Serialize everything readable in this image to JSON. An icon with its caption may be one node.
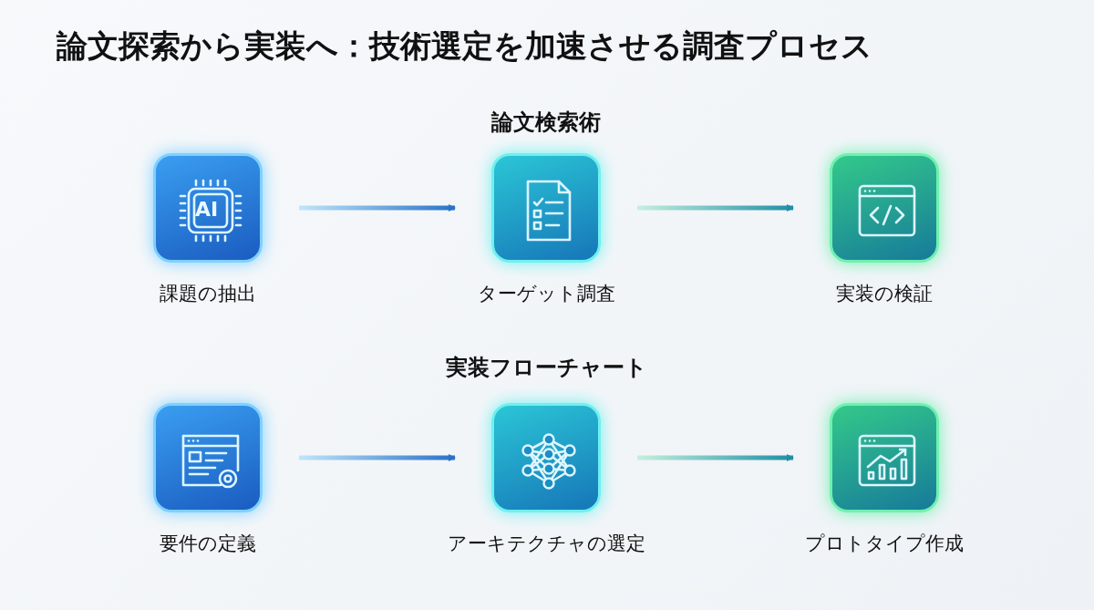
{
  "diagram": {
    "title": "論文探索から実装へ：技術選定を加速させる調査プロセス",
    "nodes": [
      {
        "text": [
          "AI",
          "課題の抽出"
        ]
      },
      {
        "text": [
          "ターゲット調査"
        ]
      },
      {
        "text": [
          "実装の検証"
        ]
      },
      {
        "text": [
          "要件の定義"
        ]
      },
      {
        "text": [
          "アーキテクチャの選定"
        ]
      },
      {
        "text": [
          "プロトタイプ作成"
        ]
      }
    ],
    "edges": [
      {
        "from": 0,
        "to": 1,
        "arrow": "to"
      },
      {
        "from": 1,
        "to": 2,
        "arrow": "to"
      },
      {
        "from": 3,
        "to": 4,
        "arrow": "to"
      },
      {
        "from": 4,
        "to": 5,
        "arrow": "to"
      }
    ],
    "labels": [
      "論文検索術",
      "実装フローチャート"
    ]
  }
}
